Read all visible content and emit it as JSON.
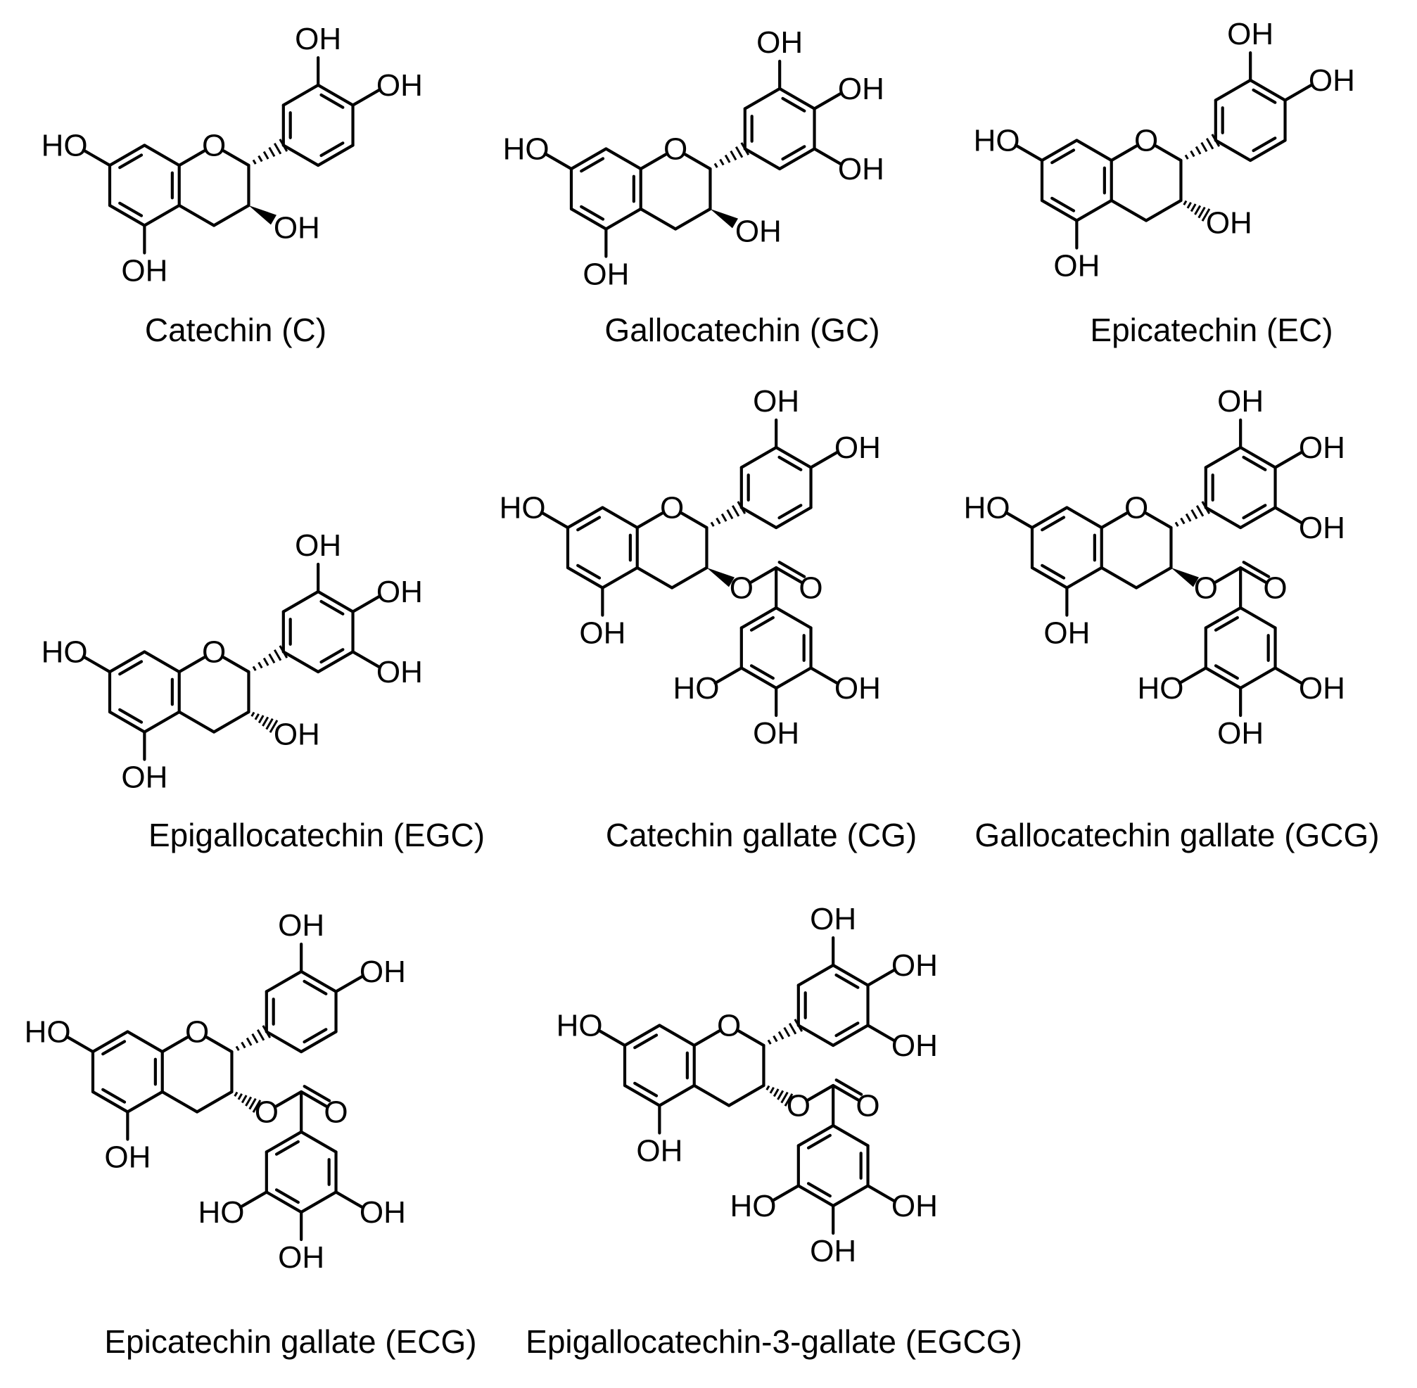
{
  "figure": {
    "atom_labels": {
      "hydroxyl": "OH",
      "hydroxyl_left": "HO",
      "ring_oxygen": "O",
      "carbonyl_oxygen": "O",
      "ester_oxygen": "O"
    },
    "molecules": [
      {
        "name": "Catechin (C)",
        "b_ring": "catechol",
        "c3": "OH",
        "c3_stereo": "wedge"
      },
      {
        "name": "Gallocatechin (GC)",
        "b_ring": "pyrogallol",
        "c3": "OH",
        "c3_stereo": "wedge"
      },
      {
        "name": "Epicatechin (EC)",
        "b_ring": "catechol",
        "c3": "OH",
        "c3_stereo": "hash"
      },
      {
        "name": "Epigallocatechin (EGC)",
        "b_ring": "pyrogallol",
        "c3": "OH",
        "c3_stereo": "hash"
      },
      {
        "name": "Catechin gallate (CG)",
        "b_ring": "catechol",
        "c3": "gallate",
        "c3_stereo": "wedge"
      },
      {
        "name": "Gallocatechin gallate (GCG)",
        "b_ring": "pyrogallol",
        "c3": "gallate",
        "c3_stereo": "wedge"
      },
      {
        "name": "Epicatechin gallate (ECG)",
        "b_ring": "catechol",
        "c3": "gallate",
        "c3_stereo": "hash"
      },
      {
        "name": "Epigallocatechin-3-gallate (EGCG)",
        "b_ring": "pyrogallol",
        "c3": "gallate",
        "c3_stereo": "hash"
      }
    ]
  }
}
